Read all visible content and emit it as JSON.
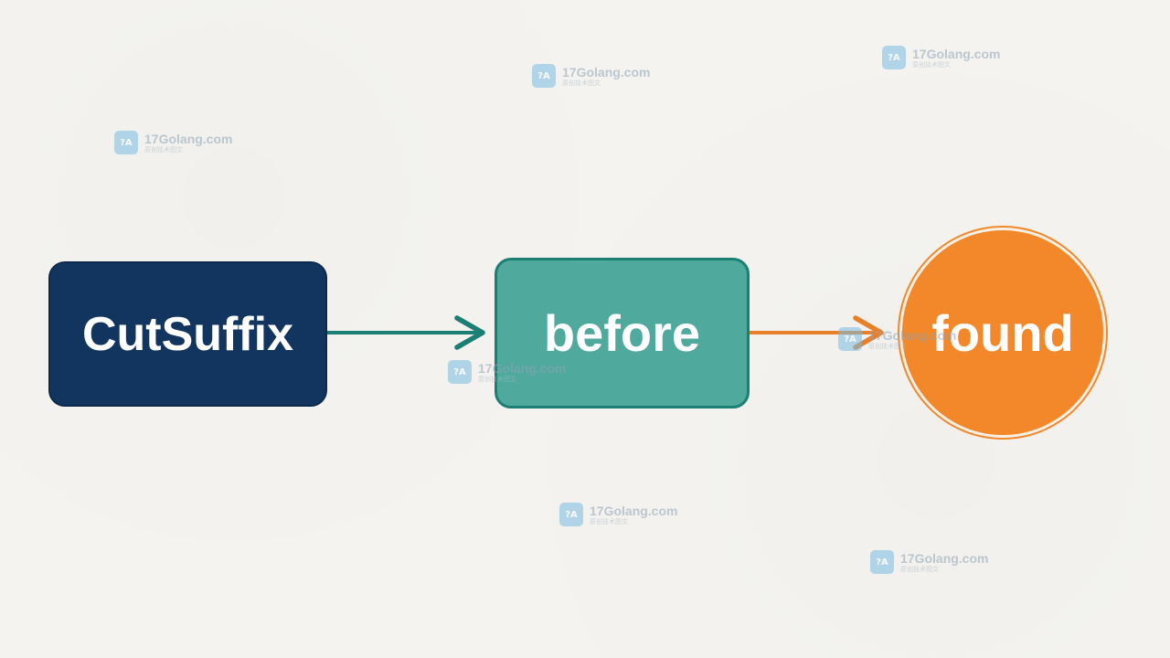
{
  "diagram": {
    "nodes": [
      {
        "id": "cutsuffix",
        "label": "CutSuffix",
        "shape": "rounded-rect",
        "color": "#12355f"
      },
      {
        "id": "before",
        "label": "before",
        "shape": "rounded-rect",
        "color": "#4fa99d"
      },
      {
        "id": "found",
        "label": "found",
        "shape": "circle",
        "color": "#f2882a"
      }
    ],
    "edges": [
      {
        "from": "cutsuffix",
        "to": "before",
        "color": "#1c7f73"
      },
      {
        "from": "before",
        "to": "found",
        "color": "#e8802a"
      }
    ]
  },
  "watermark": {
    "site": "17Golang.com",
    "subtitle": "原创技术图文",
    "logo_text": "?A"
  }
}
